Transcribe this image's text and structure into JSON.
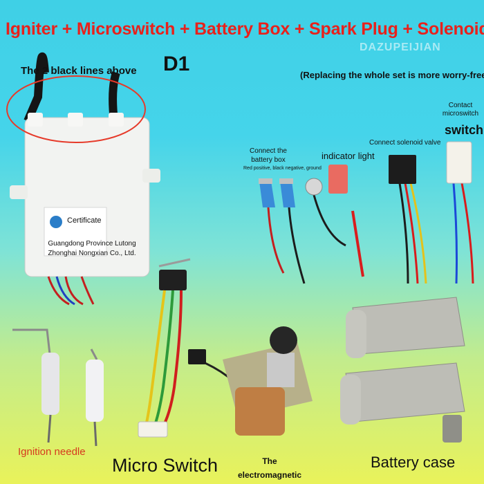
{
  "colors": {
    "headline": "#e8211b",
    "highlight_ellipse": "#e63a2a",
    "ignition_label": "#d63a1e"
  },
  "texts": {
    "headline": "Igniter + Microswitch + Battery Box + Spark Plug + Solenoid Valve",
    "watermark": "DAZUPEIJIAN",
    "black_lines": "The 2 black lines above",
    "model": "D1",
    "worry_free": "(Replacing the whole set is more worry-free)",
    "contact_microswitch": "Contact microswitch",
    "switch": "switch",
    "connect_battery_box": "Connect the battery box",
    "polarity": "Red positive, black negative, ground",
    "indicator_light": "indicator light",
    "connect_solenoid": "Connect solenoid valve",
    "certificate": "Certificate",
    "company": "Guangdong Province Lutong Zhonghai Nongxian Co., Ltd.",
    "ignition_needle": "Ignition needle",
    "micro_switch": "Micro Switch",
    "electromagnetic_valve": "The electromagnetic valve",
    "battery_case": "Battery case"
  }
}
